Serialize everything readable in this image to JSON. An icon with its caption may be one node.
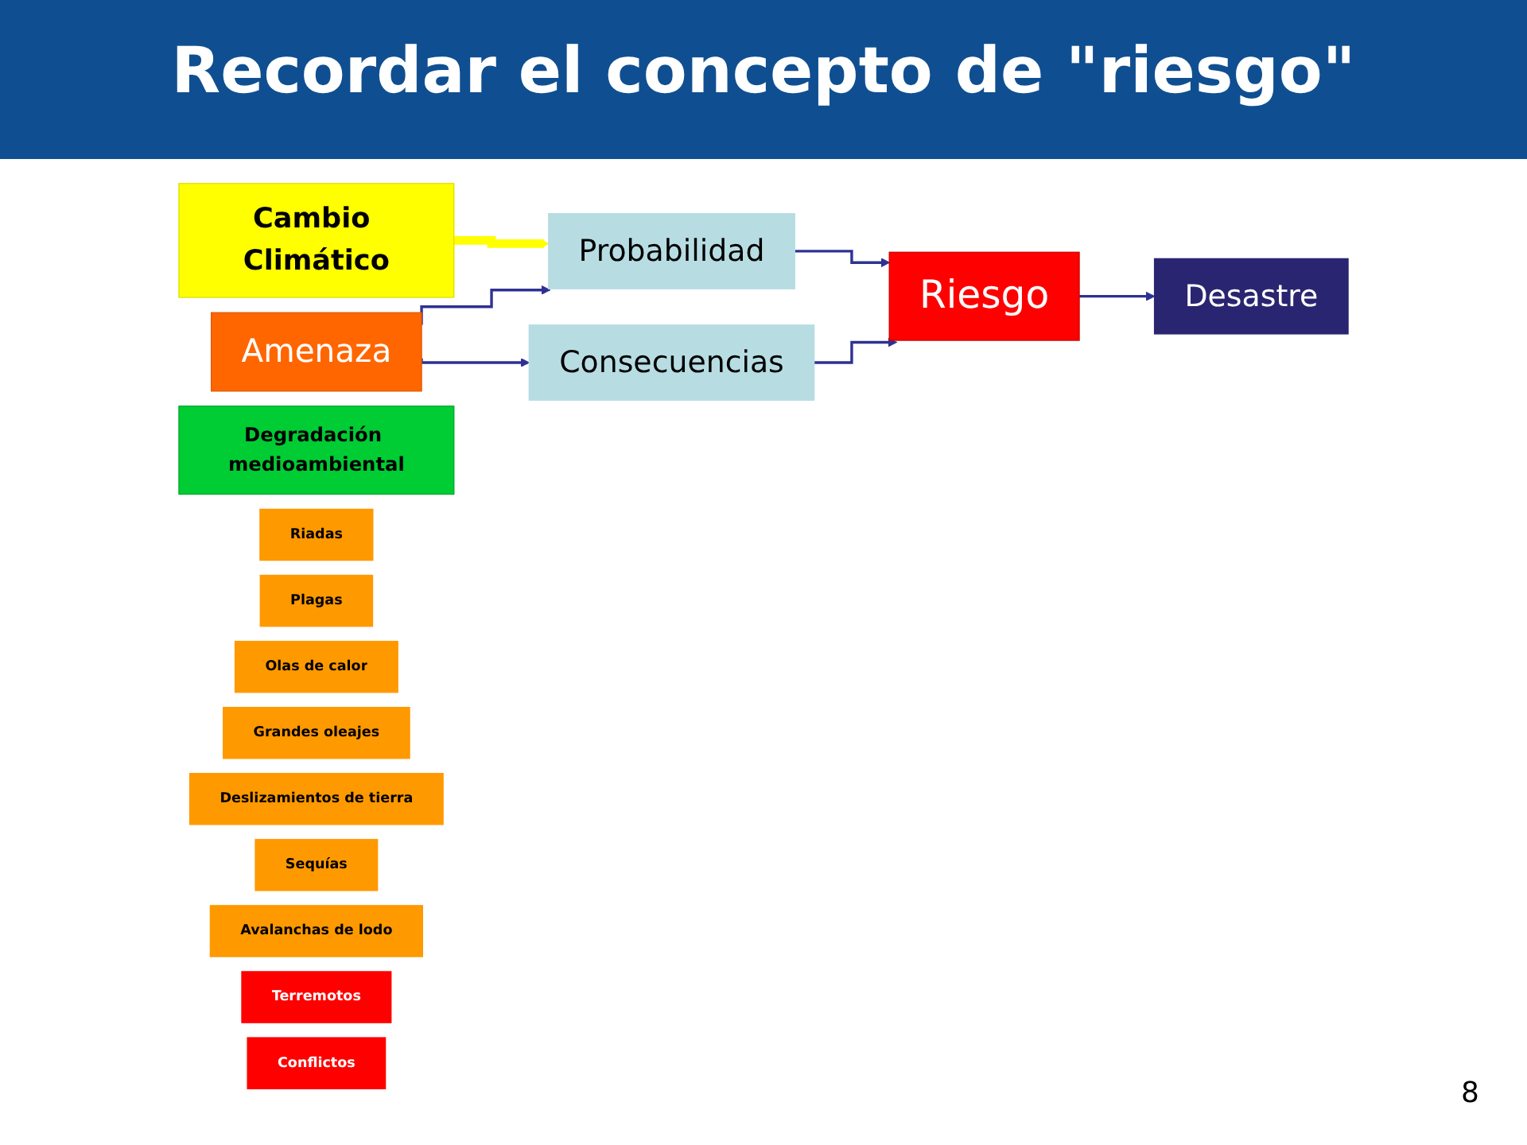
{
  "diagram": {
    "title": "Recordar el concepto de \"riesgo\"",
    "nodes": [
      {
        "text": [
          "Cambio Climático"
        ]
      },
      {
        "text": [
          "Degradación medioambiental"
        ]
      },
      {
        "text": [
          "Amenaza"
        ]
      },
      {
        "text": [
          "Probabilidad"
        ]
      },
      {
        "text": [
          "Consecuencias"
        ]
      },
      {
        "text": [
          "Riesgo"
        ]
      },
      {
        "text": [
          "Desastre"
        ]
      },
      {
        "text": [
          "Riadas"
        ]
      },
      {
        "text": [
          "Plagas"
        ]
      },
      {
        "text": [
          "Olas de calor"
        ]
      },
      {
        "text": [
          "Grandes oleajes"
        ]
      },
      {
        "text": [
          "Deslizamientos de tierra"
        ]
      },
      {
        "text": [
          "Sequías"
        ]
      },
      {
        "text": [
          "Avalanchas de lodo"
        ]
      },
      {
        "text": [
          "Terremotos"
        ]
      },
      {
        "text": [
          "Conflictos"
        ]
      }
    ],
    "edges": [
      {
        "from": 0,
        "to": 3,
        "arrow": "to",
        "style": "thick",
        "color": "#ffff00"
      },
      {
        "from": 2,
        "to": 3,
        "arrow": "to"
      },
      {
        "from": 2,
        "to": 4,
        "arrow": "to"
      },
      {
        "from": 3,
        "to": 5,
        "arrow": "to"
      },
      {
        "from": 4,
        "to": 5,
        "arrow": "to"
      },
      {
        "from": 5,
        "to": 6,
        "arrow": "to"
      }
    ],
    "labels": [
      "8"
    ]
  }
}
